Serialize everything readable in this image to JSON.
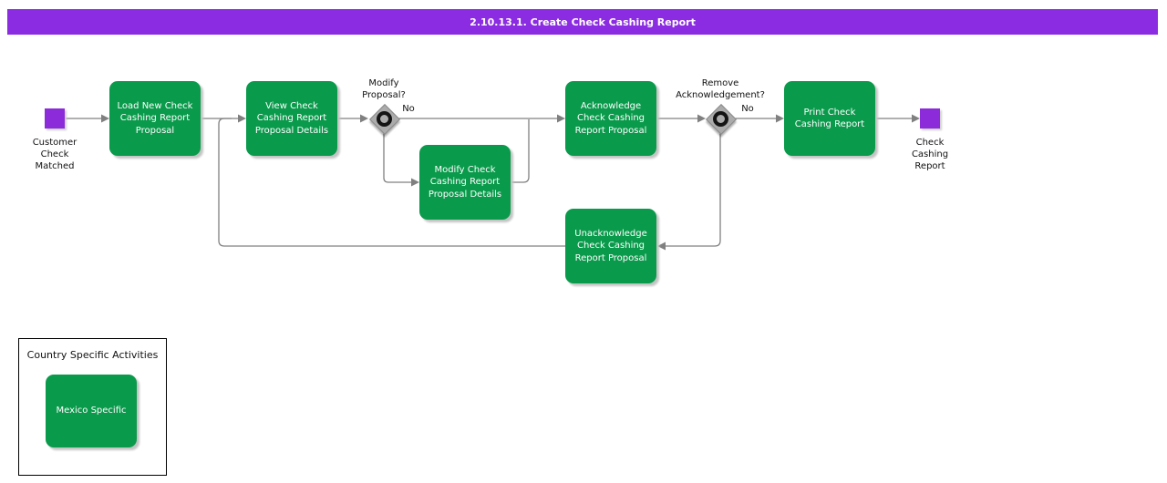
{
  "title": "2.10.13.1. Create Check Cashing Report",
  "colors": {
    "header_purple": "#8b2be2",
    "event_purple": "#8c2bd9",
    "activity_green": "#0a9a4b",
    "connector_gray": "#808080"
  },
  "flow": {
    "start_event": {
      "label": "Customer\nCheck\nMatched"
    },
    "end_event": {
      "label": "Check\nCashing\nReport"
    },
    "activities": [
      {
        "label": "Load New Check\nCashing Report\nProposal"
      },
      {
        "label": "View Check\nCashing Report\nProposal Details"
      },
      {
        "label": "Modify Check\nCashing Report\nProposal Details"
      },
      {
        "label": "Acknowledge\nCheck Cashing\nReport Proposal"
      },
      {
        "label": "Unacknowledge\nCheck Cashing\nReport Proposal"
      },
      {
        "label": "Print Check\nCashing Report"
      }
    ],
    "decisions": [
      {
        "label": "Modify\nProposal?",
        "branch_label": "No"
      },
      {
        "label": "Remove\nAcknowledgement?",
        "branch_label": "No"
      }
    ]
  },
  "legend": {
    "title": "Country Specific Activities",
    "items": [
      {
        "label": "Mexico Specific"
      }
    ]
  }
}
